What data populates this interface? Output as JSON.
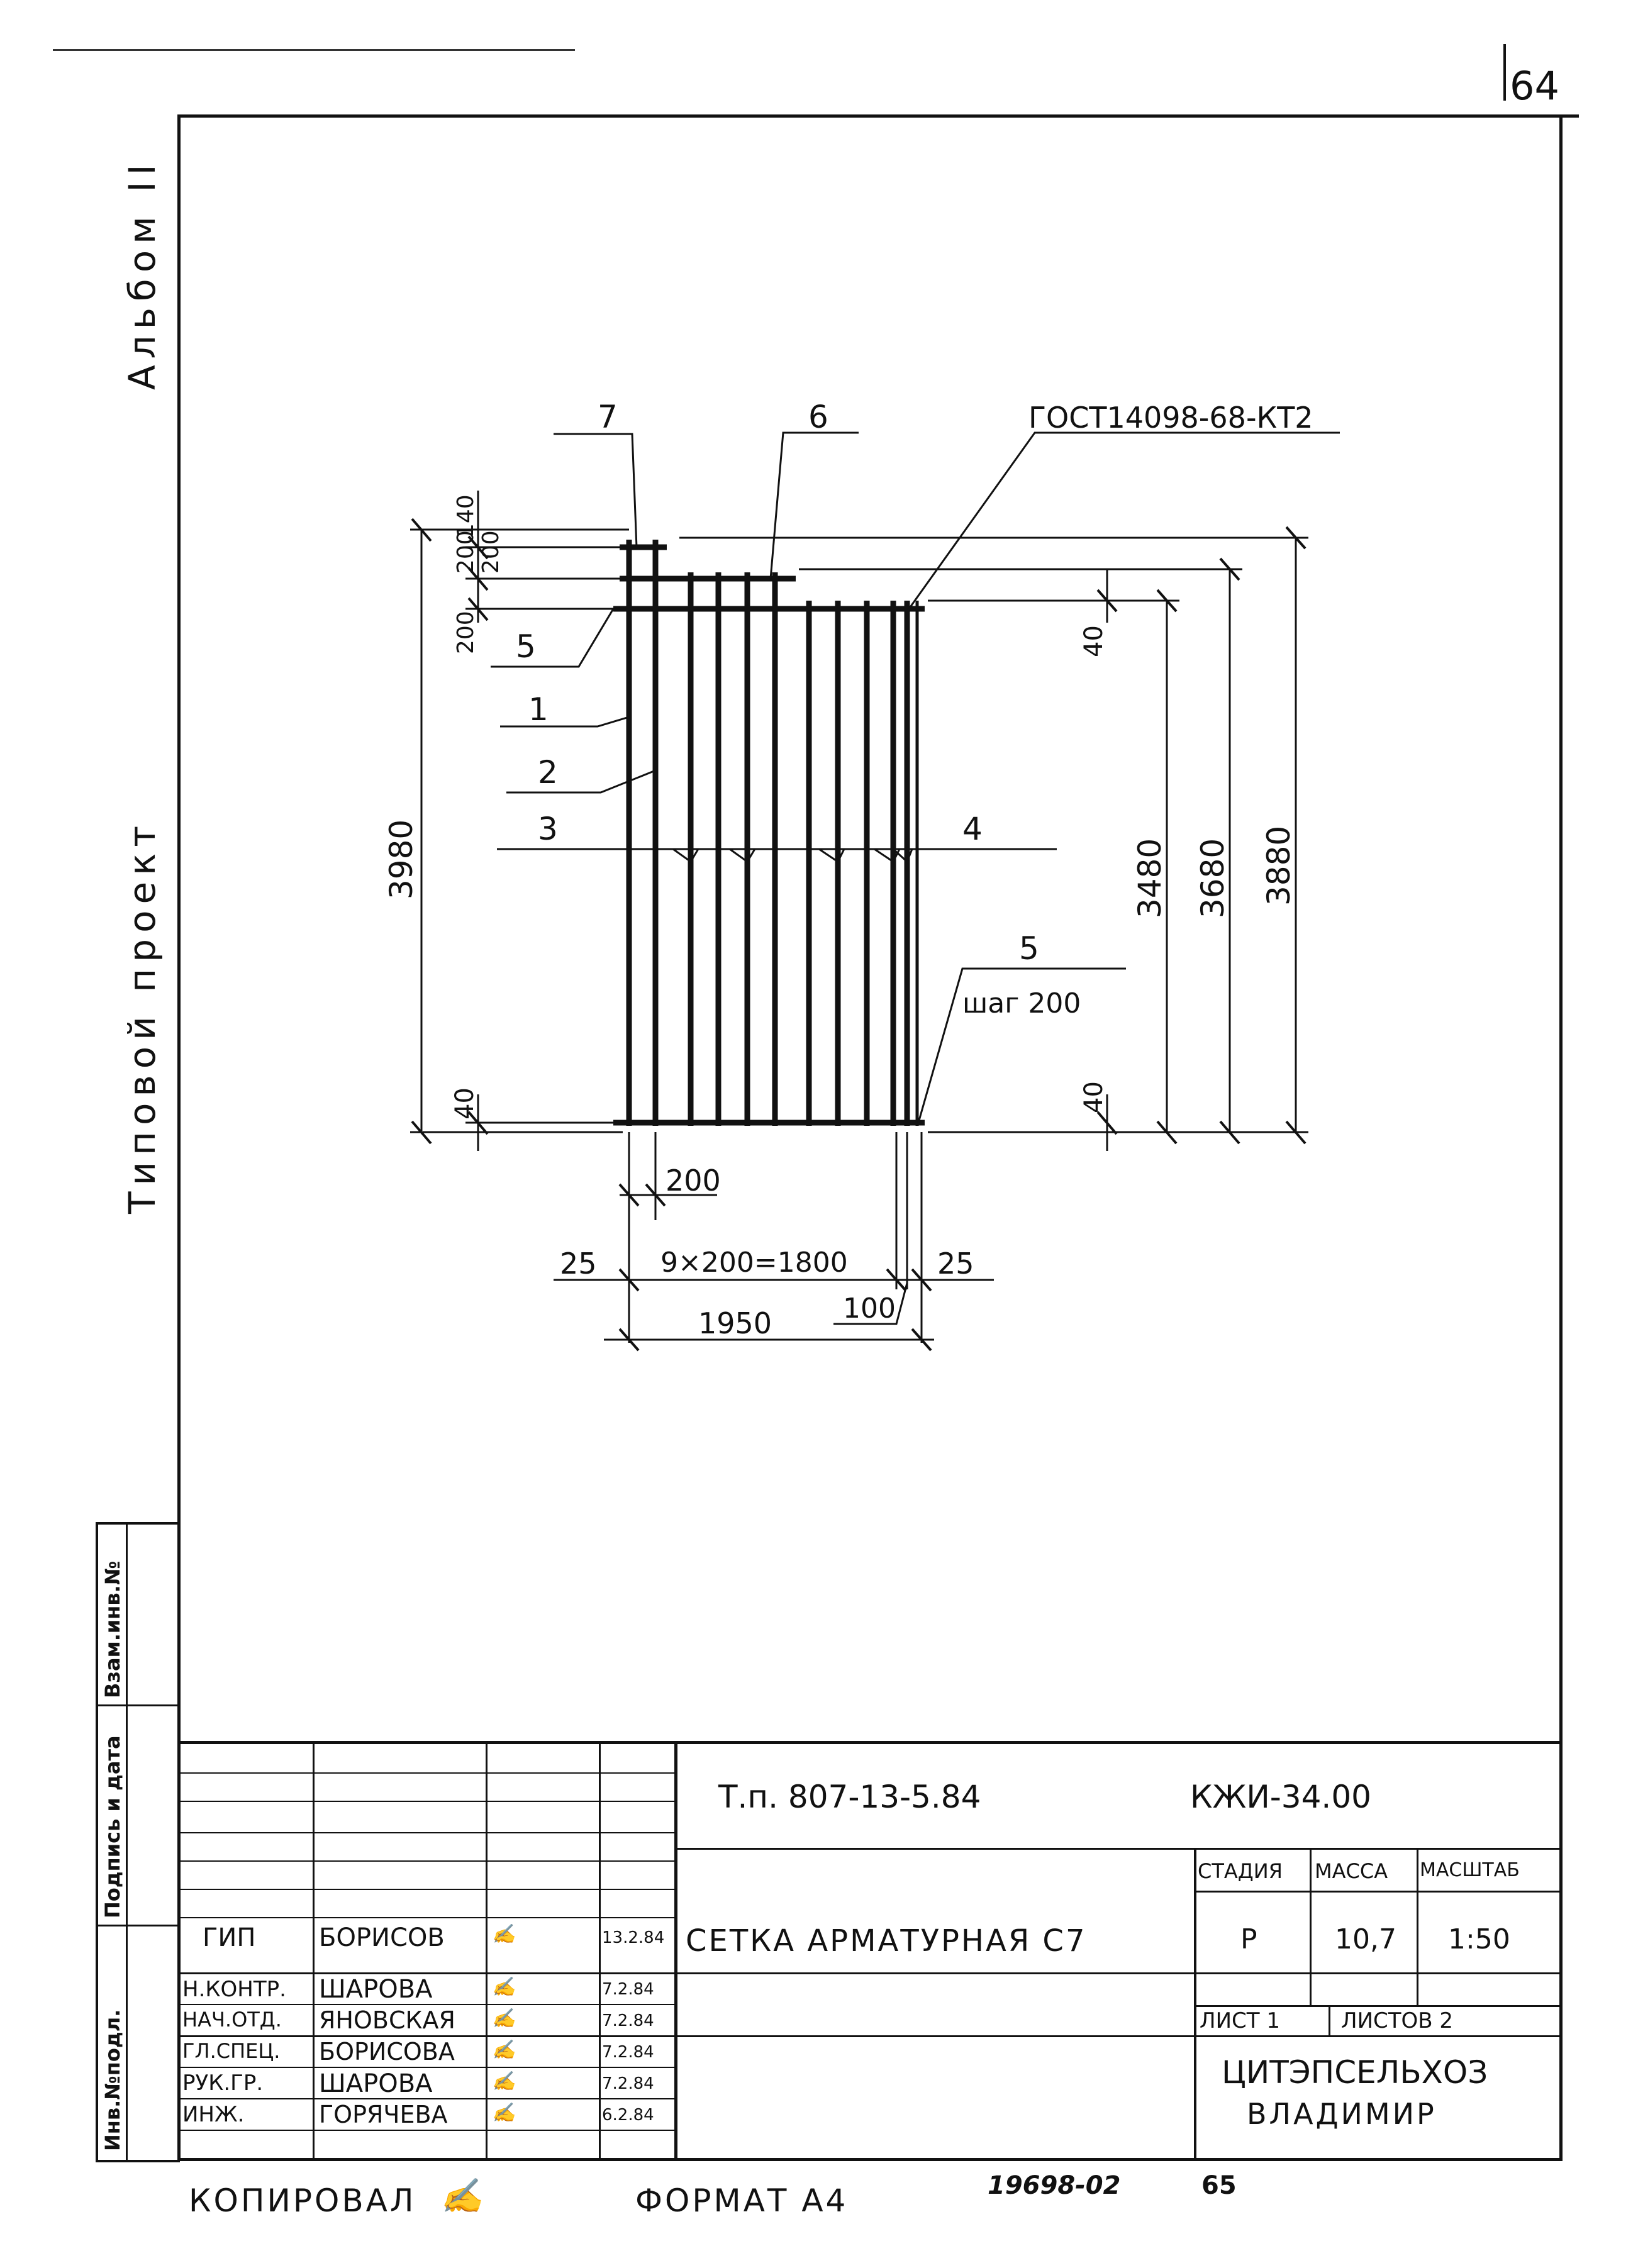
{
  "page_number": "64",
  "margin": {
    "album": "Альбом II",
    "project": "Типовой проект",
    "side_labels": [
      "Инв.№подл.",
      "Подпись и дата",
      "Взам.инв.№"
    ]
  },
  "drawing": {
    "leaders": {
      "p7": "7",
      "p6": "6",
      "gost": "ГОСТ14098-68-КТ2",
      "p5_top": "5",
      "p1": "1",
      "p2": "2",
      "p3": "3",
      "p4": "4",
      "p5_bottom": "5",
      "step": "шаг 200"
    },
    "dims": {
      "d140": "140",
      "d200a": "200",
      "d200b": "200",
      "d200c": "200",
      "d3980": "3980",
      "d40_left": "40",
      "d40_right_top": "40",
      "d40_right_bottom": "40",
      "d3480": "3480",
      "d3680": "3680",
      "d3880": "3880",
      "d200_bottom": "200",
      "d25_left": "25",
      "d9x200": "9×200=1800",
      "d25_right": "25",
      "d1950": "1950",
      "d100": "100"
    }
  },
  "title_block": {
    "project_code": "Т.п. 807-13-5.84",
    "doc_code": "КЖИ-34.00",
    "title": "СЕТКА АРМАТУРНАЯ С7",
    "stage_header": "СТАДИЯ",
    "mass_header": "МАССА",
    "scale_header": "МАСШТАБ",
    "stage": "Р",
    "mass": "10,7",
    "scale": "1:50",
    "sheet": "ЛИСТ 1",
    "sheets": "ЛИСТОВ 2",
    "org": "ЦИТЭПСЕЛЬХОЗ",
    "city": "ВЛАДИМИР",
    "people": [
      {
        "role": "ГИП",
        "name": "БОРИСОВ",
        "date": "13.2.84"
      },
      {
        "role": "Н.КОНТР.",
        "name": "ШАРОВА",
        "date": "7.2.84"
      },
      {
        "role": "НАЧ.ОТД.",
        "name": "ЯНОВСКАЯ",
        "date": "7.2.84"
      },
      {
        "role": "ГЛ.СПЕЦ.",
        "name": "БОРИСОВА",
        "date": "7.2.84"
      },
      {
        "role": "РУК.ГР.",
        "name": "ШАРОВА",
        "date": "7.2.84"
      },
      {
        "role": "ИНЖ.",
        "name": "ГОРЯЧЕВА",
        "date": "6.2.84"
      }
    ]
  },
  "footer": {
    "copied": "КОПИРОВАЛ",
    "format": "ФОРМАТ А4",
    "archive": "19698-02",
    "page": "65"
  }
}
